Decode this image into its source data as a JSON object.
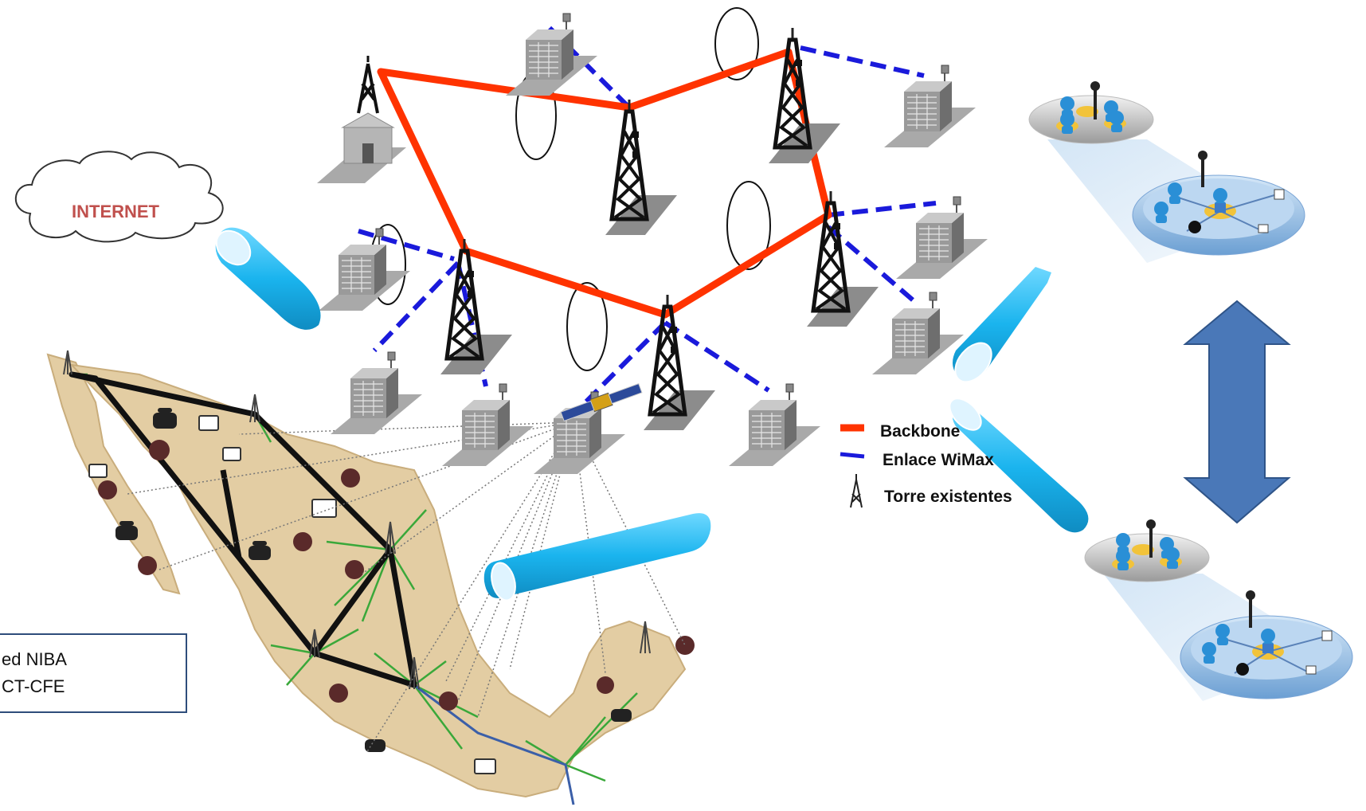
{
  "cloud": {
    "label": "INTERNET"
  },
  "legend": {
    "backbone": "Backbone",
    "wimax": "Enlace WiMax",
    "tower": "Torre existentes"
  },
  "network_box": {
    "line1": "ed NIBA",
    "line2": "CT-CFE"
  },
  "colors": {
    "backbone": "#ff3300",
    "wimax": "#1a1adb",
    "pipe": "#20b8f0",
    "arrow": "#4a78b8",
    "map_land": "#e3cda3",
    "map_route_black": "#111111",
    "map_route_green": "#3aa83a",
    "map_route_blue": "#3b5fa8",
    "cloud_label": "#c0504d",
    "box_border": "#2e4d7b"
  },
  "icons": [
    "tower-icon",
    "building-icon",
    "satellite-icon",
    "phone-icon",
    "dish-icon",
    "laptop-icon",
    "user-group-icon",
    "cloud-icon",
    "pipe-icon",
    "double-arrow-icon"
  ]
}
